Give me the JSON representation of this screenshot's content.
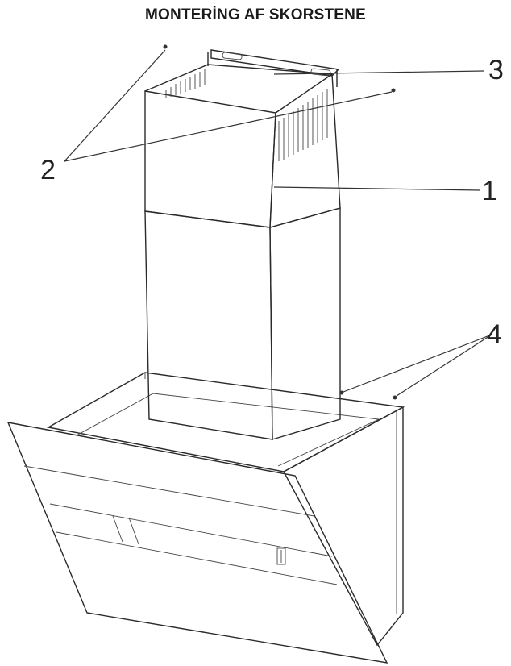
{
  "title": "MONTERİNG AF SKORSTENE",
  "callouts": [
    {
      "id": "1",
      "label": "1"
    },
    {
      "id": "2",
      "label": "2"
    },
    {
      "id": "3",
      "label": "3"
    },
    {
      "id": "4",
      "label": "4"
    }
  ]
}
